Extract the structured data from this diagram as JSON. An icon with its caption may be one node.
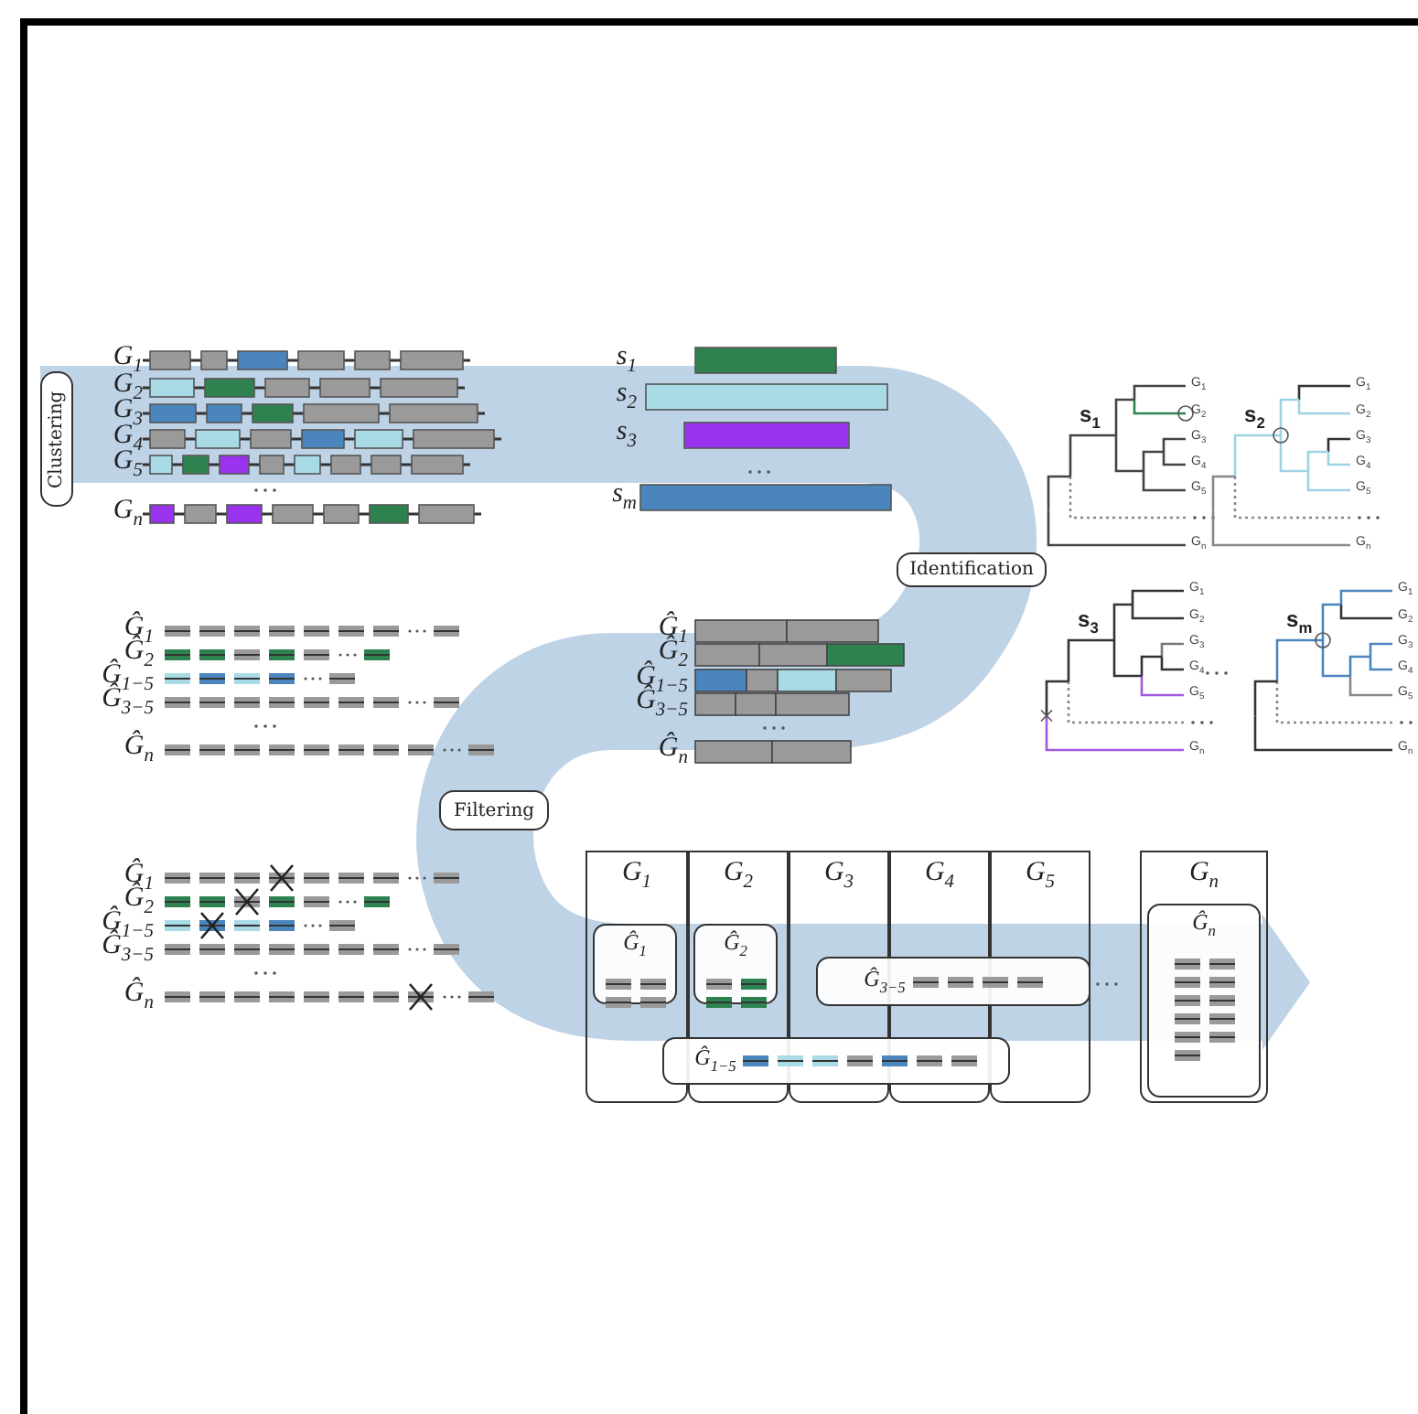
{
  "diagram": {
    "nodes": [
      {
        "text": [
          "Clustering"
        ]
      },
      {
        "text": [
          "Identification"
        ]
      },
      {
        "text": [
          "Filtering"
        ]
      },
      {
        "text": [
          "G$_{1}$"
        ]
      },
      {
        "text": [
          "G$_{2}$"
        ]
      },
      {
        "text": [
          "G$_{3}$"
        ]
      },
      {
        "text": [
          "G$_{4}$"
        ]
      },
      {
        "text": [
          "G$_{5}$"
        ]
      },
      {
        "text": [
          "G$_{n}$"
        ]
      },
      {
        "text": [
          "Ĝ$_{1}$"
        ],
        "in": 3
      },
      {
        "text": [
          "Ĝ$_{2}$"
        ],
        "in": 4
      },
      {
        "text": [
          "Ĝ$_{3−5}$"
        ]
      },
      {
        "text": [
          "Ĝ$_{1−5}$"
        ]
      },
      {
        "text": [
          "Ĝ$_{n}$"
        ],
        "in": 8
      }
    ],
    "labels": [
      "G$_{1}$",
      "G$_{2}$",
      "G$_{3}$",
      "G$_{4}$",
      "G$_{5}$",
      "G$_{n}$",
      "s$_{1}$",
      "s$_{2}$",
      "s$_{3}$",
      "s$_{m}$",
      "s$_{1}$",
      "G$_{1}$",
      "G$_{2}$",
      "G$_{3}$",
      "G$_{4}$",
      "G$_{5}$",
      "G$_{n}$",
      "s$_{2}$",
      "G$_{1}$",
      "G$_{2}$",
      "G$_{3}$",
      "G$_{4}$",
      "G$_{5}$",
      "G$_{n}$",
      "s$_{3}$",
      "G$_{1}$",
      "G$_{2}$",
      "G$_{3}$",
      "G$_{4}$",
      "G$_{5}$",
      "G$_{n}$",
      "s$_{m}$",
      "G$_{1}$",
      "G$_{2}$",
      "G$_{3}$",
      "G$_{4}$",
      "G$_{5}$",
      "G$_{n}$",
      "Ĝ$_{1}$",
      "Ĝ$_{2}$",
      "Ĝ$_{1−5}$",
      "Ĝ$_{3−5}$",
      "Ĝ$_{n}$",
      "Ĝ$_{1}$",
      "Ĝ$_{2}$",
      "Ĝ$_{1−5}$",
      "Ĝ$_{3−5}$",
      "Ĝ$_{n}$",
      "Ĝ$_{1}$",
      "Ĝ$_{2}$",
      "Ĝ$_{1−5}$",
      "Ĝ$_{3−5}$",
      "Ĝ$_{n}$"
    ]
  }
}
